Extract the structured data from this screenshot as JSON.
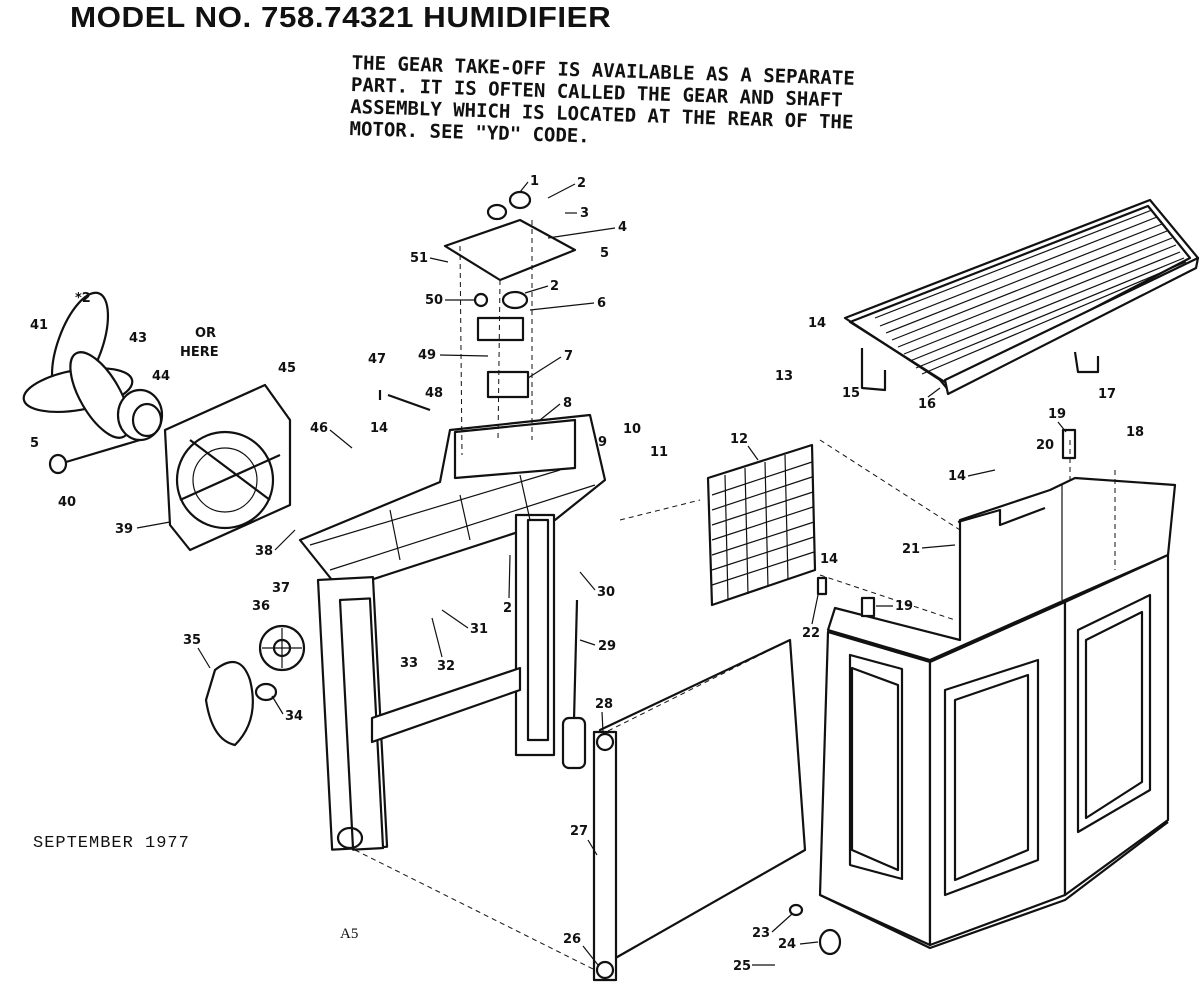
{
  "title": "MODEL NO. 758.74321 HUMIDIFIER",
  "note": [
    "THE GEAR TAKE-OFF IS AVAILABLE AS A SEPARATE",
    "PART.  IT IS OFTEN CALLED THE GEAR AND SHAFT",
    "ASSEMBLY WHICH IS LOCATED AT THE REAR OF THE",
    "MOTOR.  SEE \"YD\" CODE."
  ],
  "date": "SEPTEMBER 1977",
  "page_code": "A5",
  "or_here": [
    "OR",
    "HERE"
  ],
  "parts": {
    "p1": "1",
    "p2a": "2",
    "p3": "3",
    "p4": "4",
    "p5": "5",
    "p51": "51",
    "p2b": "2",
    "p50": "50",
    "p6": "6",
    "p49": "49",
    "p7": "7",
    "p47": "47",
    "p48": "48",
    "p8": "8",
    "p41": "41",
    "p42": "*2",
    "p43": "43",
    "p44": "44",
    "p45": "45",
    "p46": "46",
    "p14a": "14",
    "p9": "9",
    "p10": "10",
    "p11": "11",
    "p12": "12",
    "p13": "13",
    "p14b": "14",
    "p15": "15",
    "p16": "16",
    "p17": "17",
    "p5b": "5",
    "p40": "40",
    "p39": "39",
    "p38": "38",
    "p37": "37",
    "p36": "36",
    "p35": "35",
    "p34": "34",
    "p33": "33",
    "p32": "32",
    "p31": "31",
    "p30": "30",
    "p29": "29",
    "p2c": "2",
    "p28": "28",
    "p27": "27",
    "p26": "26",
    "p25": "25",
    "p24": "24",
    "p23": "23",
    "p22": "22",
    "p14c": "14",
    "p19a": "19",
    "p19b": "19",
    "p20": "20",
    "p14d": "14",
    "p18": "18",
    "p21": "21"
  }
}
